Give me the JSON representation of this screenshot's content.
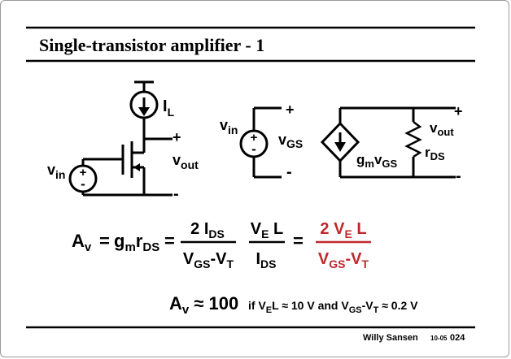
{
  "slide": {
    "title": "Single-transistor amplifier - 1",
    "footer_author": "Willy Sansen",
    "footer_code": "10-05",
    "footer_page": "024"
  },
  "circuit_left": {
    "il_main": "I",
    "il_sub": "L",
    "plus": "+",
    "minus": "-",
    "vout_main": "v",
    "vout_sub": "out",
    "vin_main": "v",
    "vin_sub": "in"
  },
  "circuit_right": {
    "vin_main": "v",
    "vin_sub": "in",
    "vgs_main": "v",
    "vgs_sub": "GS",
    "plus_in": "+",
    "minus_in": "-",
    "gm_main1": "g",
    "gm_sub1": "m",
    "gm_main2": "v",
    "gm_sub2": "GS",
    "rds_main": "r",
    "rds_sub": "DS",
    "vout_main": "v",
    "vout_sub": "out",
    "plus_out": "+",
    "minus_out": "-"
  },
  "equation": {
    "av_main": "A",
    "av_sub": "v",
    "eq1": "=",
    "gm_main": "g",
    "gm_sub": "m",
    "r_main": "r",
    "r_sub": "DS",
    "eq2": "=",
    "f1_num_main": "2 I",
    "f1_num_sub": "DS",
    "f1_den_a": "V",
    "f1_den_a_sub": "GS",
    "f1_den_b": "-V",
    "f1_den_b_sub": "T",
    "f2_num_main": "V",
    "f2_num_sub": "E",
    "f2_num_tail": " L",
    "f2_den_main": "I",
    "f2_den_sub": "DS",
    "eq3": "=",
    "f3_num_main": "2 V",
    "f3_num_sub": "E",
    "f3_num_tail": " L",
    "f3_den_a": "V",
    "f3_den_a_sub": "GS",
    "f3_den_b": "-V",
    "f3_den_b_sub": "T",
    "highlight_color": "#c0282d"
  },
  "approx": {
    "av_main": "A",
    "av_sub": "v",
    "value": " ≈ 100",
    "cond_if": "if  V",
    "cond_if_sub": "E",
    "cond_tail1": "L ≈ 10 V and  V",
    "cond_gs_sub": "GS",
    "cond_mid": "-V",
    "cond_t_sub": "T",
    "cond_tail2": " ≈ 0.2 V"
  }
}
